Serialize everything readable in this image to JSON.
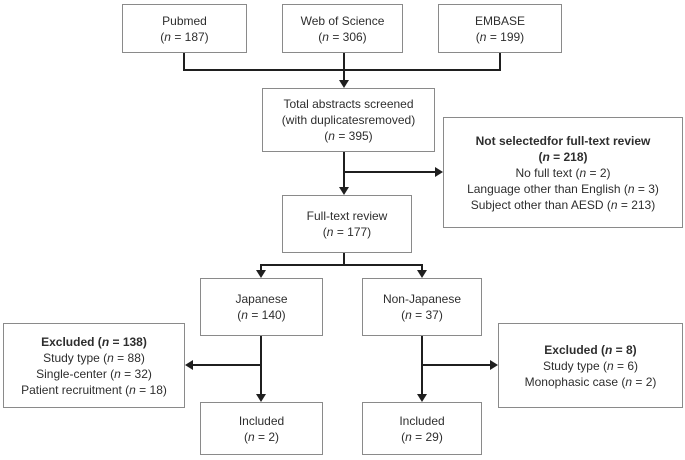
{
  "diagram": {
    "colors": {
      "bg": "#ffffff",
      "border": "#8a8a8a",
      "arrow": "#1f1f1f",
      "text": "#2e2e2e"
    },
    "boxes": {
      "pubmed": {
        "lines": [
          "Pubmed",
          "(n = 187)"
        ]
      },
      "web_of_science": {
        "lines": [
          "Web of Science",
          "(n = 306)"
        ]
      },
      "embase": {
        "lines": [
          "EMBASE",
          "(n = 199)"
        ]
      },
      "total_screened": {
        "lines": [
          "Total abstracts screened",
          "(with duplicatesremoved)",
          "(n = 395)"
        ]
      },
      "not_selected": {
        "bold_lines": [
          "Not selectedfor full-text review",
          "(n = 218)"
        ],
        "lines": [
          "No full text (n = 2)",
          "Language other than English (n = 3)",
          "Subject other than AESD (n = 213)"
        ]
      },
      "full_text_review": {
        "lines": [
          "Full-text review",
          "(n = 177)"
        ]
      },
      "japanese": {
        "lines": [
          "Japanese",
          "(n = 140)"
        ]
      },
      "non_japanese": {
        "lines": [
          "Non-Japanese",
          "(n = 37)"
        ]
      },
      "excluded_japanese": {
        "bold_lines": [
          "Excluded (n = 138)"
        ],
        "lines": [
          "Study type (n = 88)",
          "Single-center (n = 32)",
          "Patient recruitment (n = 18)"
        ]
      },
      "excluded_non_japanese": {
        "bold_lines": [
          "Excluded (n = 8)"
        ],
        "lines": [
          "Study type (n = 6)",
          "Monophasic case (n = 2)"
        ]
      },
      "included_japanese": {
        "lines": [
          "Included",
          "(n = 2)"
        ]
      },
      "included_non_japanese": {
        "lines": [
          "Included",
          "(n = 29)"
        ]
      }
    }
  }
}
